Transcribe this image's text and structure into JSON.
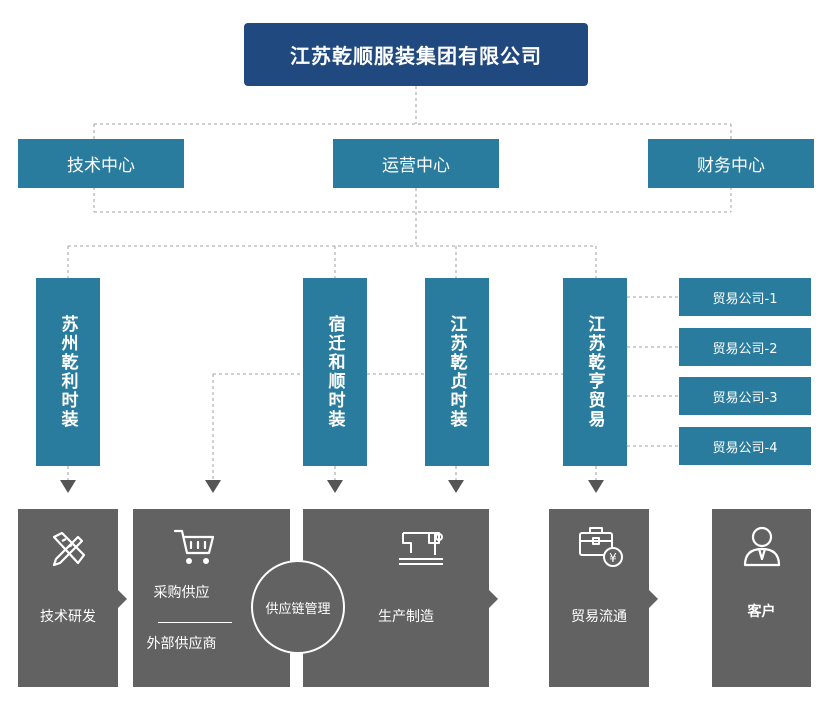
{
  "top": {
    "title": "江苏乾顺服装集团有限公司"
  },
  "centers": {
    "tech": "技术中心",
    "ops": "运营中心",
    "finance": "财务中心"
  },
  "subsidiaries": {
    "suzhou": "苏州乾利时装",
    "suqian": "宿迁和顺时装",
    "zhenshi": "江苏乾贞时装",
    "trade": "江苏乾亨贸易"
  },
  "trade_companies": [
    "贸易公司-1",
    "贸易公司-2",
    "贸易公司-3",
    "贸易公司-4"
  ],
  "bottom": {
    "rd": "技术研发",
    "purchase": "采购供应",
    "external": "外部供应商",
    "supply_chain": "供应链管理",
    "production": "生产制造",
    "trade_flow": "贸易流通",
    "customer": "客户"
  },
  "colors": {
    "navy": "#204a7f",
    "teal": "#2a7c9e",
    "gray": "#626262",
    "line": "#9a9a9a"
  },
  "icons": [
    "pencil-ruler-icon",
    "shopping-cart-icon",
    "sewing-machine-icon",
    "briefcase-yen-icon",
    "customer-icon"
  ]
}
